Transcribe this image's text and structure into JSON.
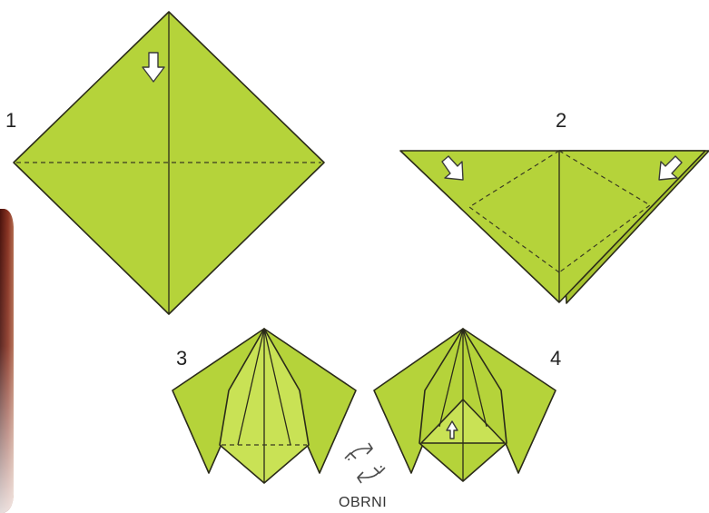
{
  "colors": {
    "paper": "#b5d33a",
    "paper_shade": "#a7c42f",
    "paper_inner": "#c9e255",
    "line": "#2b2b1a",
    "background": "#ffffff",
    "side_photo": "#7a2a1e"
  },
  "steps": [
    {
      "number": "1",
      "icon": "arrow-down-icon"
    },
    {
      "number": "2",
      "icon": "arrow-diagonal-icon"
    },
    {
      "number": "3",
      "icon": ""
    },
    {
      "number": "4",
      "icon": "arrow-up-icon"
    }
  ],
  "flip": {
    "label": "OBRNI",
    "icon": "rotate-icon"
  }
}
